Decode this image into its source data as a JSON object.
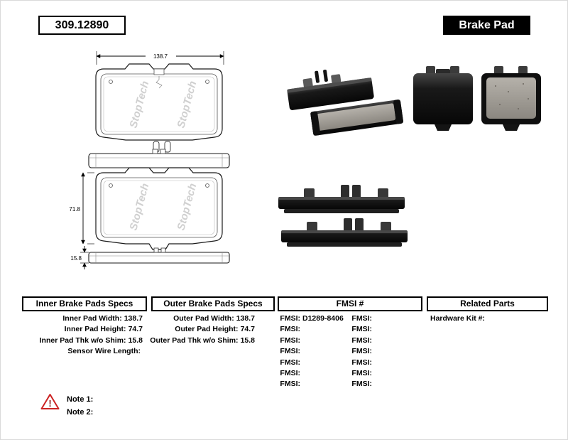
{
  "header": {
    "part_number": "309.12890",
    "product_type": "Brake Pad"
  },
  "diagram": {
    "watermark": "StopTech",
    "dimensions": {
      "width": "138.7",
      "height": "71.8",
      "thickness": "15.8"
    }
  },
  "photos": {
    "angled_view": "brake-pads-angled-with-hardware",
    "front_view": "brake-pads-front-and-back",
    "stacked_view": "brake-pads-edge-stacked"
  },
  "tables": {
    "inner": {
      "title": "Inner Brake Pads Specs",
      "rows": [
        {
          "label": "Inner Pad Width:",
          "value": "138.7"
        },
        {
          "label": "Inner Pad Height:",
          "value": "74.7"
        },
        {
          "label": "Inner Pad Thk w/o Shim:",
          "value": "15.8"
        },
        {
          "label": "Sensor Wire Length:",
          "value": ""
        }
      ]
    },
    "outer": {
      "title": "Outer Brake Pads Specs",
      "rows": [
        {
          "label": "Outer Pad Width:",
          "value": "138.7"
        },
        {
          "label": "Outer Pad Height:",
          "value": "74.7"
        },
        {
          "label": "Outer Pad Thk w/o Shim:",
          "value": "15.8"
        }
      ]
    },
    "fmsi": {
      "title": "FMSI #",
      "rows": [
        {
          "label_left": "FMSI:",
          "value_left": "D1289-8406",
          "label_right": "FMSI:",
          "value_right": ""
        },
        {
          "label_left": "FMSI:",
          "value_left": "",
          "label_right": "FMSI:",
          "value_right": ""
        },
        {
          "label_left": "FMSI:",
          "value_left": "",
          "label_right": "FMSI:",
          "value_right": ""
        },
        {
          "label_left": "FMSI:",
          "value_left": "",
          "label_right": "FMSI:",
          "value_right": ""
        },
        {
          "label_left": "FMSI:",
          "value_left": "",
          "label_right": "FMSI:",
          "value_right": ""
        },
        {
          "label_left": "FMSI:",
          "value_left": "",
          "label_right": "FMSI:",
          "value_right": ""
        },
        {
          "label_left": "FMSI:",
          "value_left": "",
          "label_right": "FMSI:",
          "value_right": ""
        }
      ]
    },
    "related": {
      "title": "Related Parts",
      "rows": [
        {
          "label": "Hardware Kit #:",
          "value": ""
        }
      ]
    }
  },
  "notes": {
    "warning_glyph": "!",
    "items": [
      {
        "label": "Note 1:"
      },
      {
        "label": "Note 2:"
      }
    ]
  }
}
